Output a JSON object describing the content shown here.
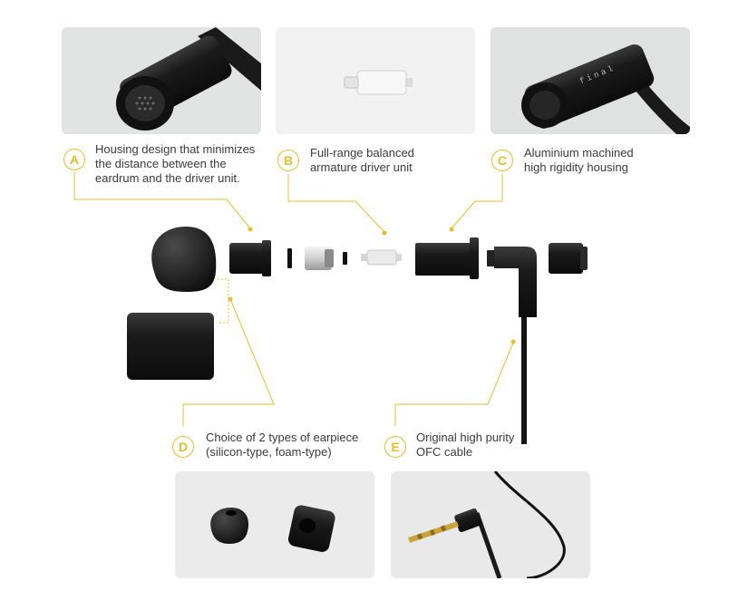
{
  "accent_color": "#e6bd2a",
  "callouts": [
    {
      "letter": "A",
      "text": "Housing design that minimizes\nthe distance between the\neardrum and the driver unit."
    },
    {
      "letter": "B",
      "text": "Full-range balanced\narmature driver unit"
    },
    {
      "letter": "C",
      "text": "Aluminium machined\nhigh rigidity housing"
    },
    {
      "letter": "D",
      "text": "Choice of 2 types of earpiece\n(silicon-type, foam-type)"
    },
    {
      "letter": "E",
      "text": "Original high purity\nOFC cable"
    }
  ],
  "brand_engraving": "final"
}
